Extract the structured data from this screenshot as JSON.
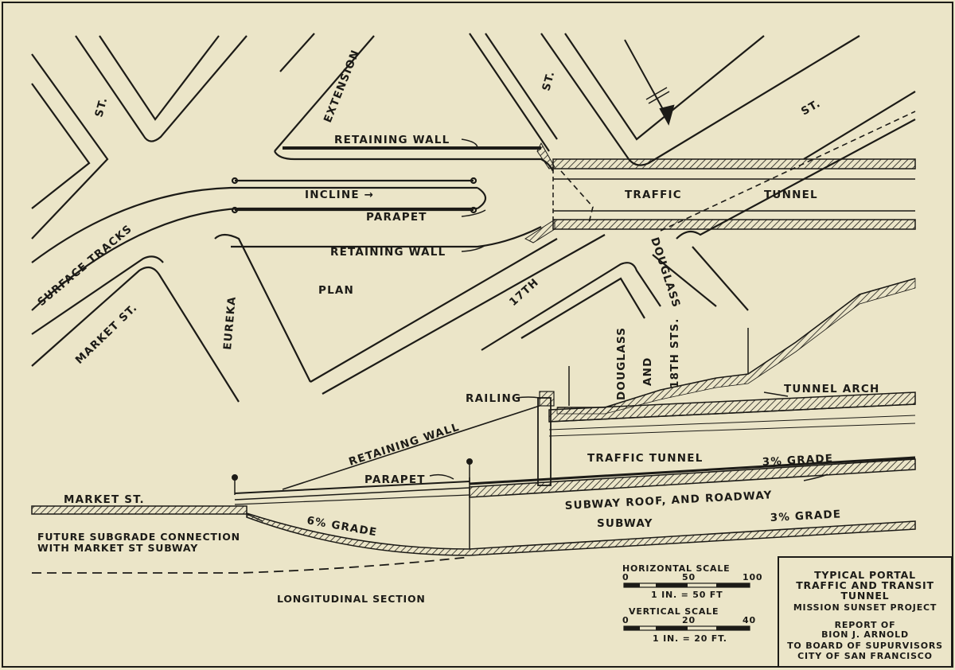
{
  "plan": {
    "streets": {
      "st_top_left": "ST.",
      "extension": "EXTENSION",
      "st_top_mid": "ST.",
      "st_top_right": "ST.",
      "surface_tracks": "SURFACE TRACKS",
      "market_st": "MARKET ST.",
      "eureka": "EUREKA",
      "seventeenth": "17TH",
      "douglass": "DOUGLASS"
    },
    "labels": {
      "retaining_wall_top": "RETAINING WALL",
      "incline": "INCLINE →",
      "parapet": "PARAPET",
      "retaining_wall_bottom": "RETAINING WALL",
      "plan": "PLAN",
      "traffic": "TRAFFIC",
      "tunnel": "TUNNEL"
    }
  },
  "section": {
    "labels": {
      "douglass_and_18th": [
        "DOUGLASS",
        "AND",
        "18TH STS."
      ],
      "railing": "RAILING",
      "tunnel_arch": "TUNNEL ARCH",
      "retaining_wall": "RETAINING WALL",
      "traffic_tunnel": "TRAFFIC TUNNEL",
      "grade_3_upper": "3% GRADE",
      "parapet": "PARAPET",
      "market_st": "MARKET ST.",
      "subway_roof": "SUBWAY ROOF, AND ROADWAY",
      "grade_6": "6% GRADE",
      "subway": "SUBWAY",
      "grade_3_lower": "3% GRADE",
      "future_1": "FUTURE SUBGRADE CONNECTION",
      "future_2": "WITH MARKET ST SUBWAY",
      "longitudinal": "LONGITUDINAL SECTION"
    }
  },
  "scales": {
    "horizontal": {
      "title": "HORIZONTAL SCALE",
      "ticks": [
        "0",
        "50",
        "100"
      ],
      "note": "1 IN. = 50 FT"
    },
    "vertical": {
      "title": "VERTICAL SCALE",
      "ticks": [
        "0",
        "20",
        "40"
      ],
      "note": "1 IN. = 20 FT."
    }
  },
  "title_block": {
    "lines": [
      "TYPICAL PORTAL",
      "TRAFFIC AND TRANSIT",
      "TUNNEL",
      "MISSION SUNSET PROJECT"
    ],
    "report": [
      "REPORT OF",
      "BION J. ARNOLD",
      "TO BOARD OF SUPURVISORS",
      "CITY OF SAN FRANCISCO"
    ]
  },
  "colors": {
    "paper": "#ebe5c8",
    "ink": "#1c1b17"
  }
}
